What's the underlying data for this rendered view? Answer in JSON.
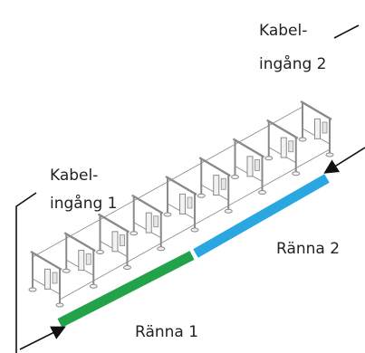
{
  "labels": {
    "cable_entry_2_line1": "Kabel-",
    "cable_entry_2_line2": "ingång 2",
    "cable_entry_1_line1": "Kabel-",
    "cable_entry_1_line2": "ingång 1",
    "channel_2": "Ränna 2",
    "channel_1": "Ränna 1"
  },
  "colors": {
    "channel_1": "#22a34a",
    "channel_2": "#2aa7e0",
    "frame_stroke": "#8a8a8a",
    "frame_fill": "#f2f2f2",
    "leader": "#111111"
  }
}
